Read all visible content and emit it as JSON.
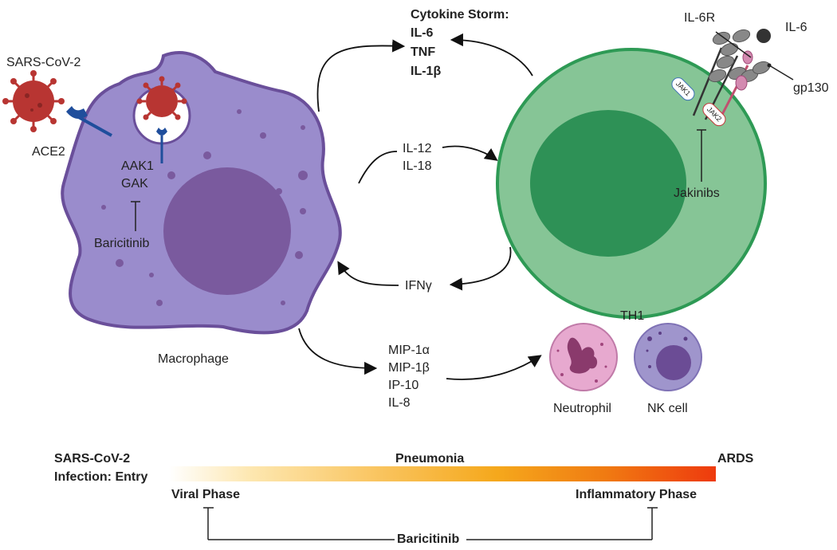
{
  "virus": {
    "name": "SARS-CoV-2",
    "receptor": "ACE2"
  },
  "macrophage": {
    "label": "Macrophage",
    "targets": [
      "AAK1",
      "GAK"
    ],
    "inhibitor": "Baricitinib"
  },
  "cytokine_storm": {
    "title": "Cytokine Storm:",
    "items": [
      "IL-6",
      "TNF",
      "IL-1β"
    ]
  },
  "macrophage_to_th1": [
    "IL-12",
    "IL-18"
  ],
  "th1_to_macrophage": "IFNγ",
  "chemokines": [
    "MIP-1α",
    "MIP-1β",
    "IP-10",
    "IL-8"
  ],
  "th1": {
    "label": "TH1",
    "receptor": "IL-6R",
    "ligand": "IL-6",
    "coreceptor": "gp130",
    "jak1": "JAK1",
    "jak2": "JAK2",
    "inhibitor": "Jakinibs"
  },
  "neutrophil": {
    "label": "Neutrophil"
  },
  "nk_cell": {
    "label": "NK cell"
  },
  "timeline": {
    "start_line1": "SARS-CoV-2",
    "start_line2": "Infection: Entry",
    "middle": "Pneumonia",
    "end": "ARDS",
    "viral_phase": "Viral Phase",
    "inflammatory_phase": "Inflammatory Phase",
    "inhibitor": "Baricitinib"
  },
  "colors": {
    "macrophage_fill": "#9a8ccc",
    "macrophage_outline": "#6a4f9a",
    "macrophage_nucleus": "#7a5a9e",
    "th1_fill": "#86c596",
    "th1_outline": "#2e9a55",
    "th1_nucleus": "#2e9156",
    "virus": "#b83532",
    "receptor": "#1f4e9c",
    "neutrophil": "#e7a9cf",
    "nk_cell": "#9f95cc"
  }
}
